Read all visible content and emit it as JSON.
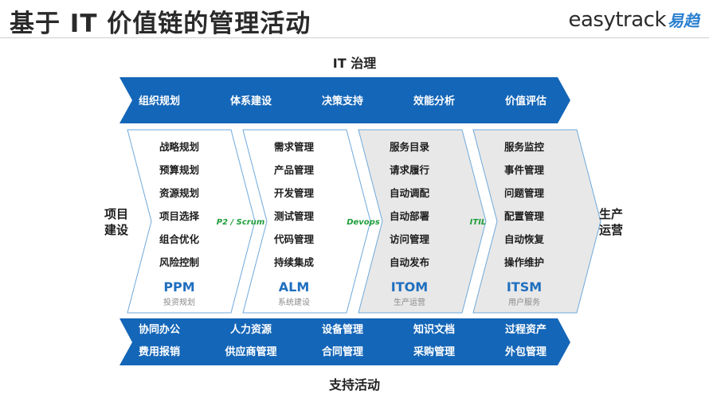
{
  "header": {
    "title": "基于 IT 价值链的管理活动",
    "brand_latin": "easytrack",
    "brand_cjk": "易趋"
  },
  "governance": {
    "label": "IT 治理",
    "items": [
      "组织规划",
      "体系建设",
      "决策支持",
      "效能分析",
      "价值评估"
    ]
  },
  "left_label": [
    "项目",
    "建设"
  ],
  "right_label": [
    "生产",
    "运营"
  ],
  "columns": [
    {
      "items": [
        "战略规划",
        "预算规划",
        "资源规划",
        "项目选择",
        "组合优化",
        "风险控制"
      ],
      "title": "PPM",
      "subtitle": "投资规划",
      "fill": "#ffffff"
    },
    {
      "items": [
        "需求管理",
        "产品管理",
        "开发管理",
        "测试管理",
        "代码管理",
        "持续集成"
      ],
      "title": "ALM",
      "subtitle": "系统建设",
      "fill": "#ffffff"
    },
    {
      "items": [
        "服务目录",
        "请求履行",
        "自动调配",
        "自动部署",
        "访问管理",
        "自动发布"
      ],
      "title": "ITOM",
      "subtitle": "生产运营",
      "fill": "#e8e8e8"
    },
    {
      "items": [
        "服务监控",
        "事件管理",
        "问题管理",
        "配置管理",
        "自动恢复",
        "操作维护"
      ],
      "title": "ITSM",
      "subtitle": "用户服务",
      "fill": "#e8e8e8"
    }
  ],
  "methods": [
    "P2 / Scrum",
    "Devops",
    "ITIL"
  ],
  "support": {
    "label": "支持活动",
    "rows": [
      [
        "协同办公",
        "人力资源",
        "设备管理",
        "知识文档",
        "过程资产"
      ],
      [
        "费用报销",
        "供应商管理",
        "合同管理",
        "采购管理",
        "外包管理"
      ]
    ]
  },
  "colors": {
    "band": "#1466b8",
    "chevron_border": "#6fa9dc",
    "accent_title": "#1f6fbf",
    "method_green": "#1e9e3a"
  }
}
